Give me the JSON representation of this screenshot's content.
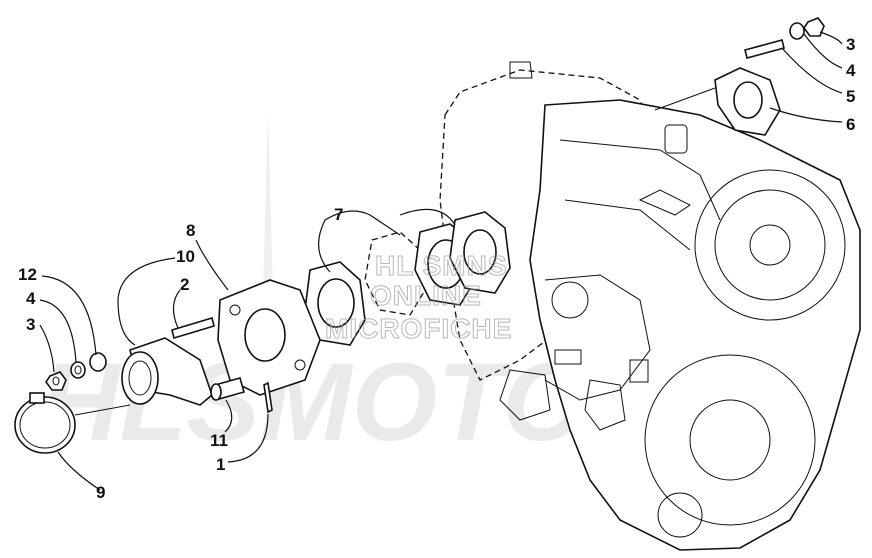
{
  "watermark": {
    "line1": "HL SMNS",
    "line2": "ONLINE",
    "line3": "MICROFICHE",
    "big": "HLSMOTO"
  },
  "callouts": [
    {
      "id": "3a",
      "text": "3"
    },
    {
      "id": "4a",
      "text": "4"
    },
    {
      "id": "5",
      "text": "5"
    },
    {
      "id": "6",
      "text": "6"
    },
    {
      "id": "7",
      "text": "7"
    },
    {
      "id": "8",
      "text": "8"
    },
    {
      "id": "10",
      "text": "10"
    },
    {
      "id": "2",
      "text": "2"
    },
    {
      "id": "12",
      "text": "12"
    },
    {
      "id": "4b",
      "text": "4"
    },
    {
      "id": "3b",
      "text": "3"
    },
    {
      "id": "11",
      "text": "11"
    },
    {
      "id": "1",
      "text": "1"
    },
    {
      "id": "9",
      "text": "9"
    }
  ]
}
